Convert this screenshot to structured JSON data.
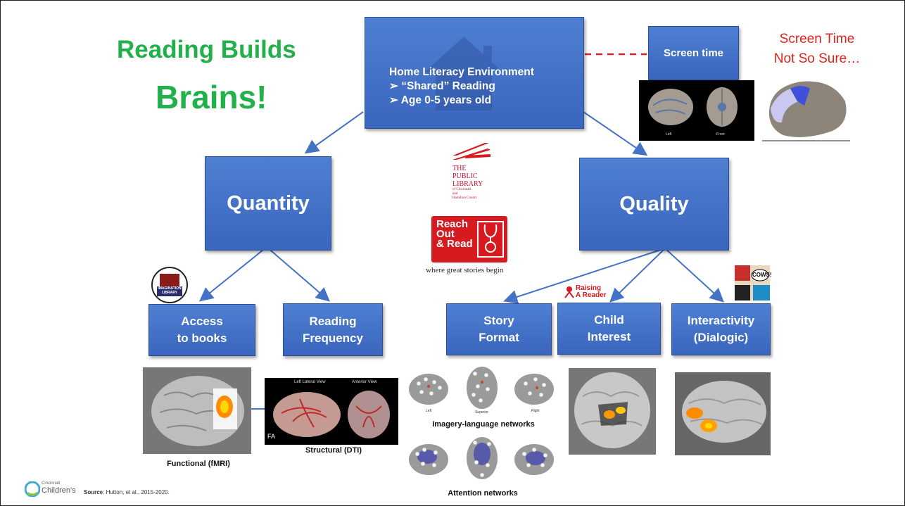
{
  "title": {
    "line1": "Reading Builds",
    "line2": "Brains!"
  },
  "top_box": {
    "heading": "Home Literacy Environment",
    "bullet1": "“Shared” Reading",
    "bullet2": "Age 0-5 years old"
  },
  "screen_box": {
    "label": "Screen time"
  },
  "screen_note": {
    "line1": "Screen Time",
    "line2": "Not So Sure…"
  },
  "screen_brain_labels": {
    "left": "Left",
    "front": "Front"
  },
  "quantity": {
    "label": "Quantity"
  },
  "quality": {
    "label": "Quality"
  },
  "library": {
    "line1": "THE",
    "line2": "PUBLIC",
    "line3": "LIBRARY",
    "line4": "of Cincinnati",
    "line5": "and",
    "line6": "Hamilton County"
  },
  "reach_out": {
    "line1": "Reach",
    "line2": "Out",
    "line3": "& Read",
    "tagline": "where great stories begin"
  },
  "imagination_logo": {
    "text": "IMAGINATION LIBRARY"
  },
  "raising_logo": {
    "line1": "Raising",
    "line2": "A Reader"
  },
  "cows_logo": {
    "text": "COWS!"
  },
  "leaves": [
    {
      "line1": "Access",
      "line2": "to books"
    },
    {
      "line1": "Reading",
      "line2": "Frequency"
    },
    {
      "line1": "Story",
      "line2": "Format"
    },
    {
      "line1": "Child",
      "line2": "Interest"
    },
    {
      "line1": "Interactivity",
      "line2": "(Dialogic)"
    }
  ],
  "captions": {
    "fmri": "Functional (fMRI)",
    "dti": "Structural (DTI)",
    "imagery": "Imagery-language networks",
    "attention": "Attention networks"
  },
  "dti_labels": {
    "left": "Left Lateral View",
    "anterior": "Anterior View",
    "fa": "FA"
  },
  "imagery_labels": {
    "left": "Left",
    "superior": "Superior",
    "right": "Right"
  },
  "footer": {
    "org_line1": "Cincinnati",
    "org_line2": "Children's",
    "source_label": "Source",
    "source_text": ": Hutton, et al., 2015-2020."
  },
  "colors": {
    "box": "#4472c4",
    "title_green": "#22b04b",
    "screen_red": "#e0201b",
    "connector": "#4472c4"
  }
}
